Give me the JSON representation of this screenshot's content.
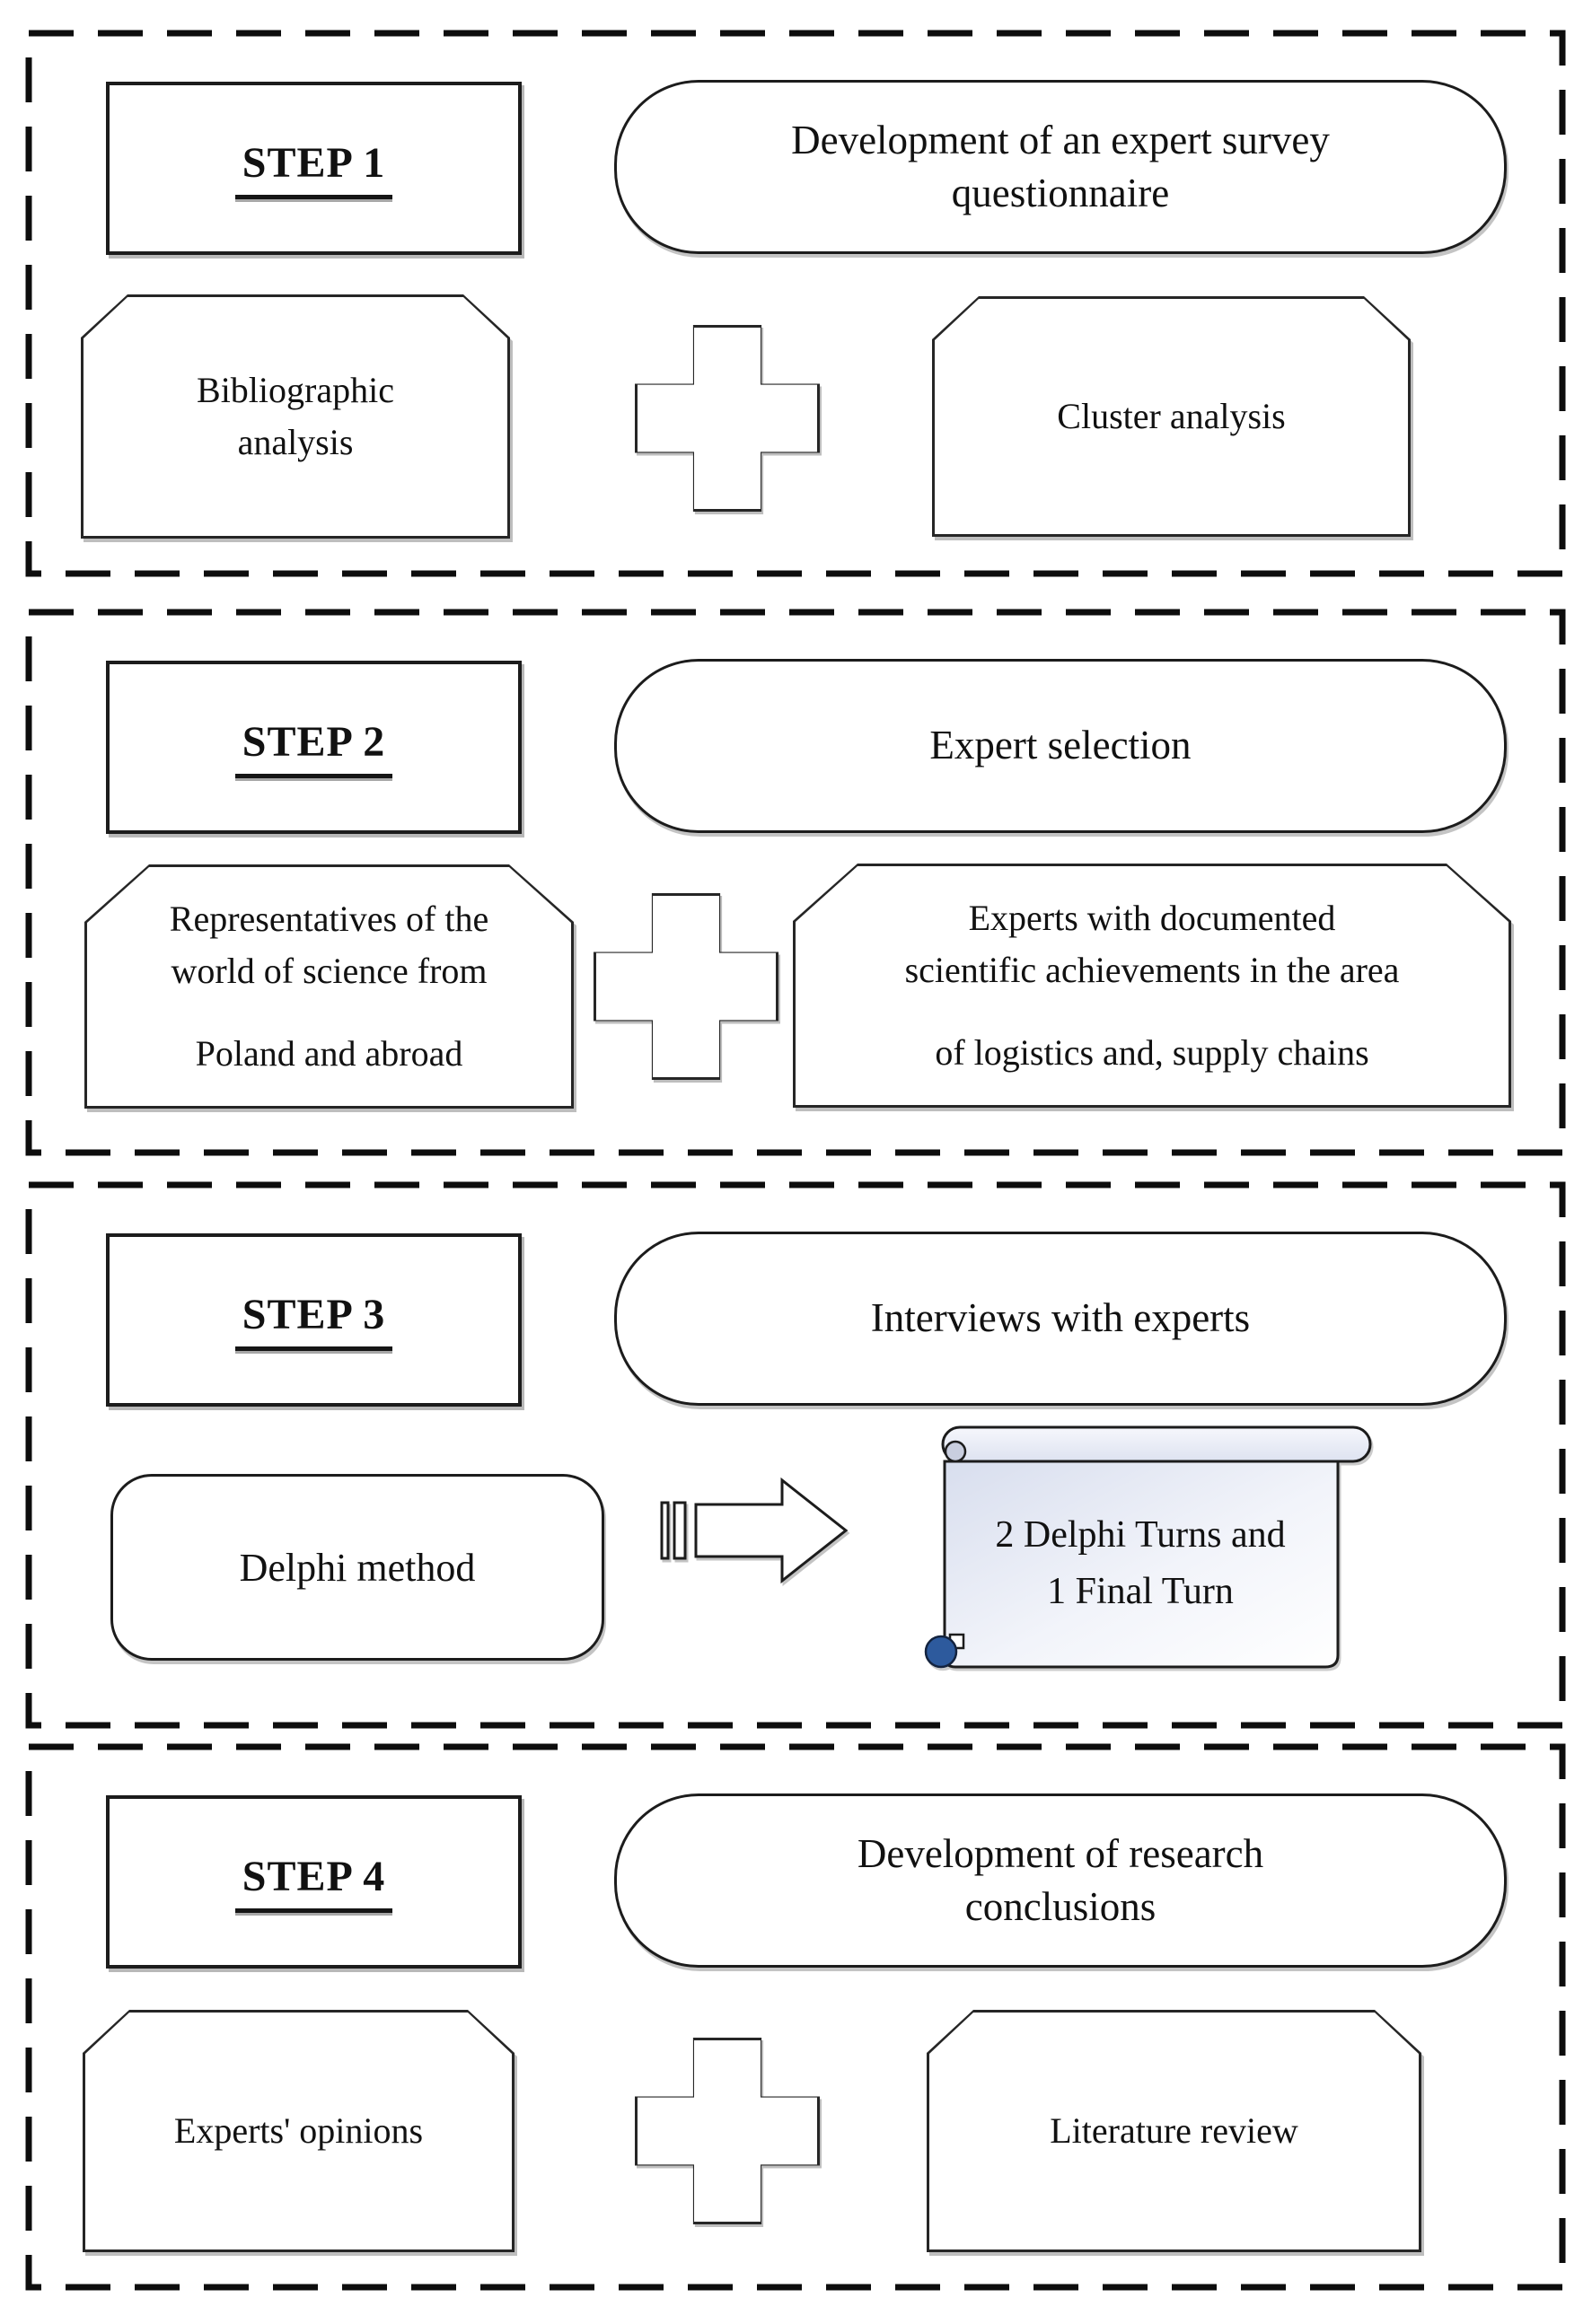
{
  "diagram": {
    "panels": [
      {
        "step_label": "STEP 1",
        "title": "Development of an expert survey\nquestionnaire",
        "left_card_text": "Bibliographic\nanalysis",
        "right_card_text": "Cluster analysis",
        "connector": "plus"
      },
      {
        "step_label": "STEP 2",
        "title": "Expert selection",
        "left_card_text": "Representatives of the\nworld of science from",
        "left_card_text2": "Poland and abroad",
        "right_card_text": "Experts with documented\nscientific achievements in the area",
        "right_card_text2": "of logistics and, supply chains",
        "connector": "plus"
      },
      {
        "step_label": "STEP 3",
        "title": "Interviews with experts",
        "method_box_text": "Delphi method",
        "scroll_text": "2 Delphi Turns and\n1 Final Turn",
        "connector": "striped-arrow"
      },
      {
        "step_label": "STEP 4",
        "title": "Development of research\nconclusions",
        "left_card_text": "Experts' opinions",
        "right_card_text": "Literature review",
        "connector": "plus"
      }
    ],
    "colors": {
      "outline": "#1c1c1c",
      "shadow_gray": "#8a8a8a",
      "scroll_curl_blue": "#2d5a9d",
      "scroll_body_tint": "#d8deee"
    }
  }
}
